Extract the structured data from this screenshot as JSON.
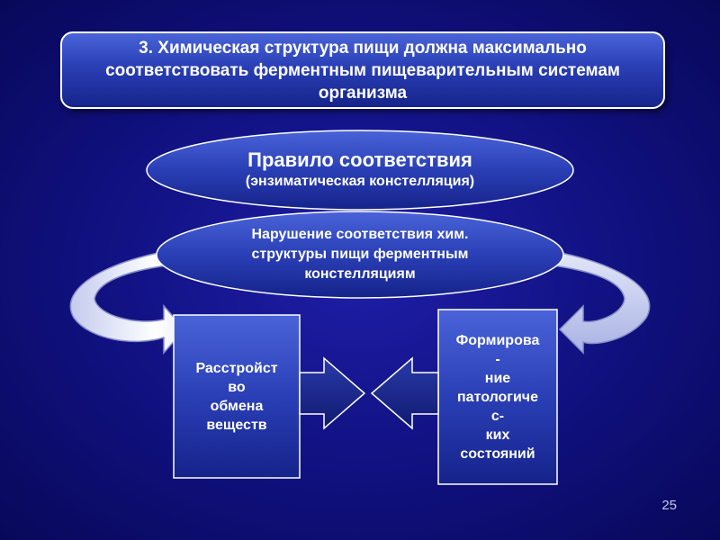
{
  "title": "3. Химическая структура пищи должна максимально соответствовать ферментным пищеварительным системам организма",
  "rule": {
    "title": "Правило соответствия",
    "subtitle": "(энзиматическая констелляция)"
  },
  "violation": "Нарушение соответствия хим. структуры пищи ферментным констелляциям",
  "left_box": "Расстройст\nво\nобмена\nвеществ",
  "right_box": "Формирова\n-\nние\nпатологиче\nс-\nких\nсостояний",
  "slide_number": "25",
  "colors": {
    "background": "#10107e",
    "shape_fill": "#2a3fb6",
    "outline": "#ffffff"
  }
}
